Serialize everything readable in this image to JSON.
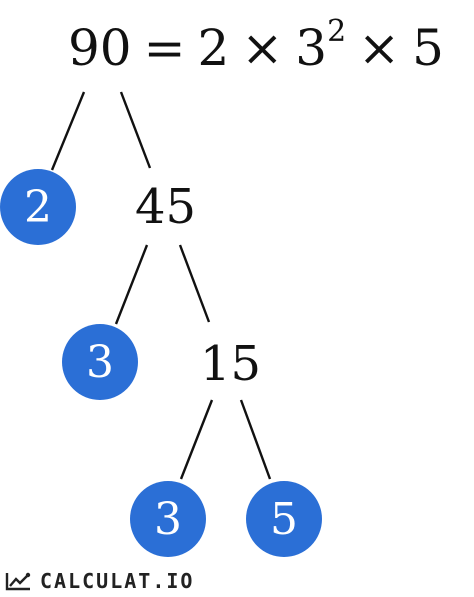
{
  "equation": {
    "lhs": "90",
    "eq": "=",
    "f1": "2",
    "times1": "×",
    "f2_base": "3",
    "f2_exp": "2",
    "times2": "×",
    "f3": "5"
  },
  "tree": {
    "intermediate": [
      "45",
      "15"
    ],
    "primes": [
      "2",
      "3",
      "3",
      "5"
    ]
  },
  "colors": {
    "prime_circle": "#2b6fd6",
    "text": "#111111",
    "line": "#111111"
  },
  "brand": {
    "text": "CALCULAT.IO",
    "icon": "calculator-logo-icon"
  }
}
